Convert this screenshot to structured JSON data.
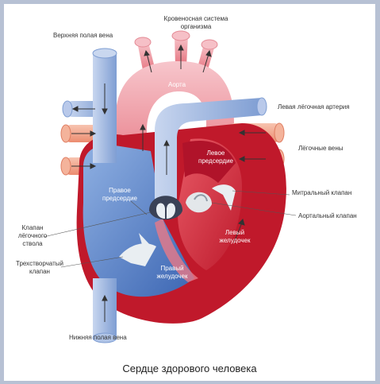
{
  "labels": {
    "systemic": "Кровеносная система\nорганизма",
    "svc": "Верхняя полая вена",
    "aorta": "Аорта",
    "pulm_artery": "Левая лёгочная артерия",
    "pulm_veins": "Лёгочные вены",
    "left_atrium": "Левое\nпредсердие",
    "right_atrium": "Правое\nпредсердие",
    "mitral": "Митральный клапан",
    "aortic_valve": "Аортальный клапан",
    "pulm_valve": "Клапан\nлёгочного\nствола",
    "left_ventricle": "Левый\nжелудочек",
    "tricuspid": "Трехстворчатый\nклапан",
    "right_ventricle": "Правый\nжелудочек",
    "ivc": "Нижняя полая вена"
  },
  "caption": "Сердце здорового человека",
  "colors": {
    "oxygenated": "#d42a3c",
    "deoxygenated": "#4f79c2",
    "vein_light": "#f0a487",
    "artery_light": "#f2b4bc",
    "valve": "#e9eef2"
  }
}
